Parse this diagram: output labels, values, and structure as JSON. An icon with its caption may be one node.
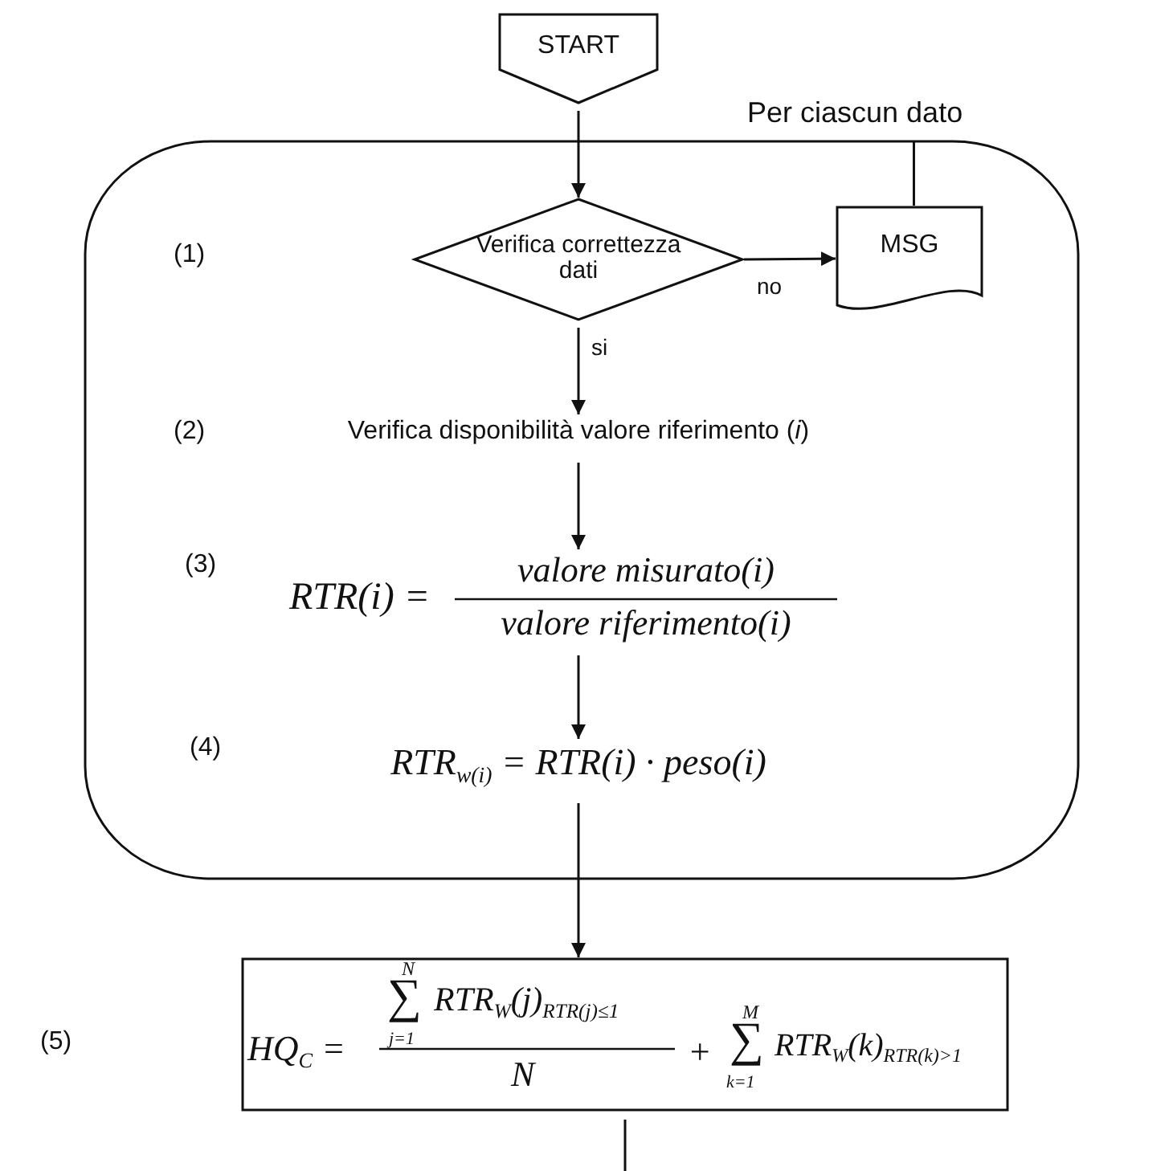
{
  "diagram": {
    "nodes": [
      {
        "text": [
          "START"
        ]
      },
      {
        "text": [
          "Per ciascun dato"
        ]
      },
      {
        "text": [
          "Verifica correttezza dati"
        ],
        "in": 1
      },
      {
        "text": [
          "MSG"
        ],
        "in": 1
      },
      {
        "text": [
          "Verifica disponibilità valore riferimento (*i*)"
        ],
        "in": 1
      },
      {
        "text": [
          "RTR(i) =",
          "valore misurato(i)",
          "valore riferimento(i)"
        ],
        "in": 1
      },
      {
        "text": [
          "RTR$_{w(i)}$ = RTR(i) · peso(i)"
        ],
        "in": 1
      },
      {
        "text": [
          "HQ$_{C}$ =",
          "N",
          "∑",
          "j=1",
          "RTR$_{W}$(j)$_{RTR(j)≤1}$",
          "N",
          "+",
          "M",
          "∑",
          "k=1",
          "RTR$_{W}$(k)$_{RTR(k)>1}$"
        ]
      }
    ],
    "edges": [
      {
        "from": 0,
        "to": 2,
        "arrow": "to"
      },
      {
        "from": 2,
        "to": 3,
        "arrow": "to",
        "label": "no"
      },
      {
        "from": 2,
        "to": 4,
        "arrow": "to",
        "label": "si"
      },
      {
        "from": 3,
        "to": 1,
        "arrow": "none"
      },
      {
        "from": 4,
        "to": 5,
        "arrow": "to"
      },
      {
        "from": 5,
        "to": 6,
        "arrow": "to"
      },
      {
        "from": 6,
        "to": 7,
        "arrow": "to"
      },
      {
        "from": 7,
        "to": null,
        "arrow": "none"
      }
    ],
    "labels": [
      "(1)",
      "(2)",
      "(3)",
      "(4)",
      "(5)"
    ]
  }
}
